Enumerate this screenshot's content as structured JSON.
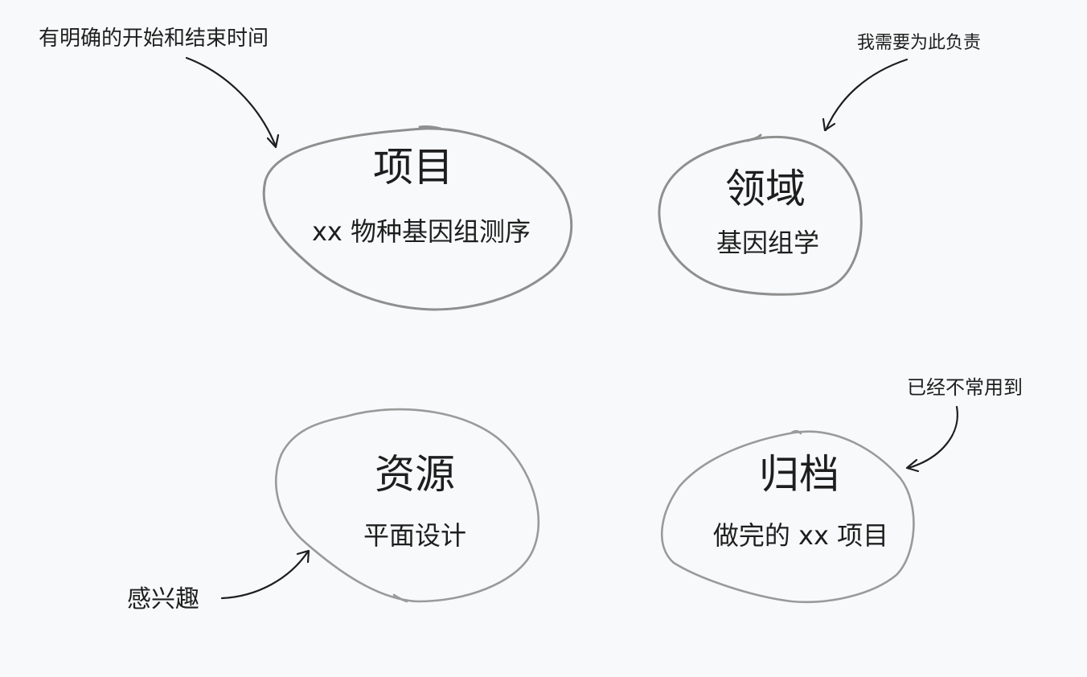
{
  "categories": [
    {
      "id": "project",
      "title": "项目",
      "example": "xx 物种基因组测序",
      "annotation": "有明确的开始和结束时间"
    },
    {
      "id": "area",
      "title": "领域",
      "example": "基因组学",
      "annotation": "我需要为此负责"
    },
    {
      "id": "resource",
      "title": "资源",
      "example": "平面设计",
      "annotation": "感兴趣"
    },
    {
      "id": "archive",
      "title": "归档",
      "example": "做完的 xx 项目",
      "annotation": "已经不常用到"
    }
  ],
  "colors": {
    "background": "#f8f9fa",
    "outline": "#8f8f8f",
    "text": "#1e1e1e"
  }
}
